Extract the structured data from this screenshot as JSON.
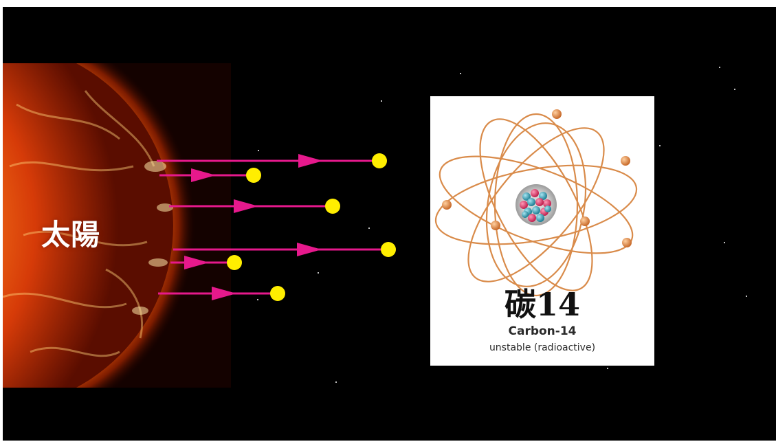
{
  "sun": {
    "label": "太陽"
  },
  "atom": {
    "title": "碳14",
    "name": "Carbon-14",
    "status": "unstable (radioactive)"
  },
  "colors": {
    "space": "#000000",
    "ray": "#e6198c",
    "particle": "#ffee00",
    "orbit": "#d98b4a",
    "electron": "#e08a45",
    "proton": "#e03c6e",
    "neutron": "#3aa3b8"
  },
  "rays": {
    "count": 6
  },
  "atom_model": {
    "electrons": 6,
    "protons": 6,
    "neutrons": 8
  }
}
